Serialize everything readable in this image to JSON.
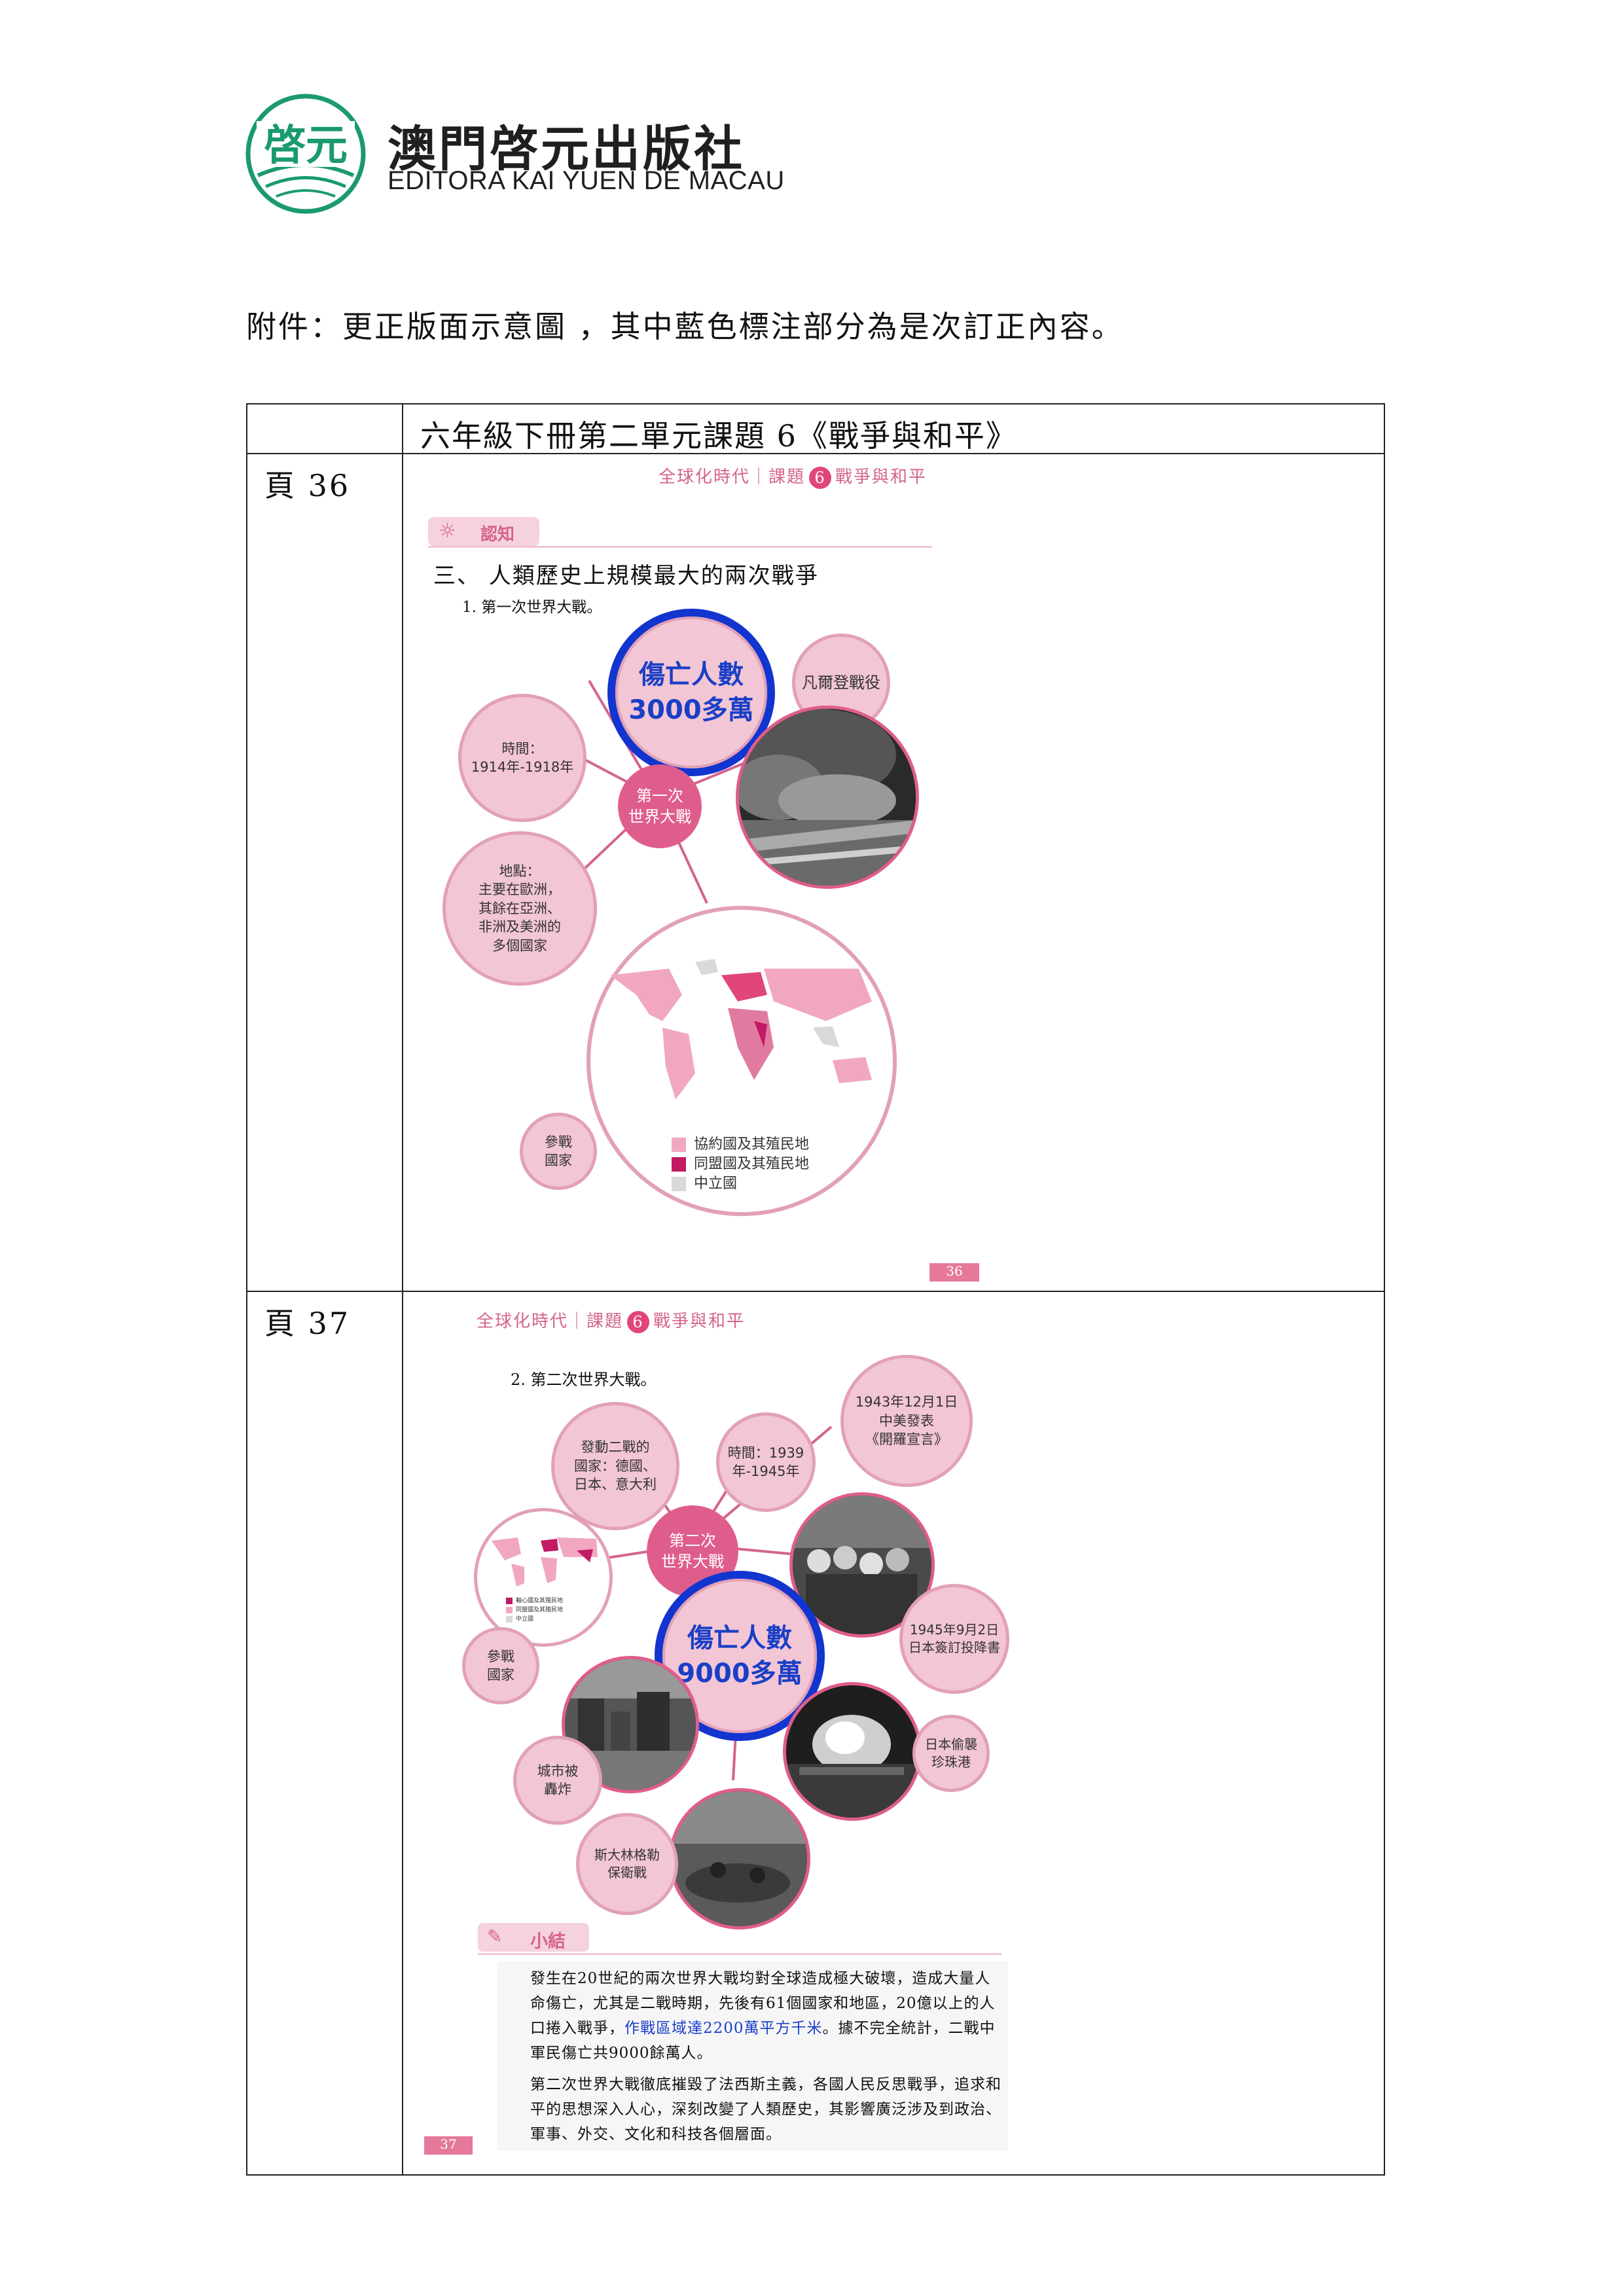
{
  "publisher": {
    "logo_text": "啓元",
    "name_cn": "澳門啓元出版社",
    "name_en": "EDITORA KAI YUEN DE MACAU"
  },
  "intro": "附件：更正版面示意圖 ，其中藍色標注部分為是次訂正內容。",
  "table": {
    "title": "六年級下冊第二單元課題 6《戰爭與和平》",
    "rows": [
      {
        "label": "頁 36"
      },
      {
        "label": "頁 37"
      }
    ]
  },
  "p36": {
    "head_prefix": "全球化時代｜課題",
    "head_num": "6",
    "head_suffix": "戰爭與和平",
    "section_tag": "認知",
    "heading": "三、 人類歷史上規模最大的兩次戰爭",
    "subheading": "1. 第一次世界大戰。",
    "casualty_line1": "傷亡人數",
    "casualty_line2": "3000多萬",
    "battle": "凡爾登戰役",
    "time": "時間：\n1914年-1918年",
    "center": "第一次\n世界大戰",
    "place": "地點：\n主要在歐洲，\n其餘在亞洲、\n非洲及美洲的\n多個國家",
    "countries": "參戰\n國家",
    "legend": [
      "協約國及其殖民地",
      "同盟國及其殖民地",
      "中立國"
    ],
    "page_number": "36"
  },
  "p37": {
    "head_prefix": "全球化時代｜課題",
    "head_num": "6",
    "head_suffix": "戰爭與和平",
    "subheading": "2. 第二次世界大戰。",
    "initiators": "發動二戰的\n國家：德國、\n日本、意大利",
    "time": "時間：1939\n年-1945年",
    "cairo": "1943年12月1日\n中美發表\n《開羅宣言》",
    "center": "第二次\n世界大戰",
    "casualty_line1": "傷亡人數",
    "casualty_line2": "9000多萬",
    "countries": "參戰\n國家",
    "surrender": "1945年9月2日\n日本簽訂投降書",
    "pearl": "日本偷襲\n珍珠港",
    "bombed": "城市被\n轟炸",
    "stalingrad": "斯大林格勒\n保衛戰",
    "legend": [
      "軸心國及其殖民地",
      "同盟國及其殖民地",
      "中立國"
    ],
    "summary_tag": "小結",
    "summary_p1_a": "發生在20世紀的兩次世界大戰均對全球造成極大破壞，造成大量人命傷亡，尤其是二戰時期，先後有61個國家和地區，20億以上的人口捲入戰爭，",
    "summary_p1_b": "作戰區域達2200萬平方千米",
    "summary_p1_c": "。據不完全統計，二戰中軍民傷亡共9000餘萬人。",
    "summary_p2": "第二次世界大戰徹底摧毀了法西斯主義，各國人民反思戰爭，追求和平的思想深入人心，深刻改變了人類歷史，其影響廣泛涉及到政治、軍事、外交、文化和科技各個層面。",
    "page_number": "37"
  },
  "colors": {
    "pink_dark": "#df5d8c",
    "pink_light": "#f2c6d4",
    "blue_highlight": "#1235d0",
    "logo_green": "#1a9a6e"
  }
}
